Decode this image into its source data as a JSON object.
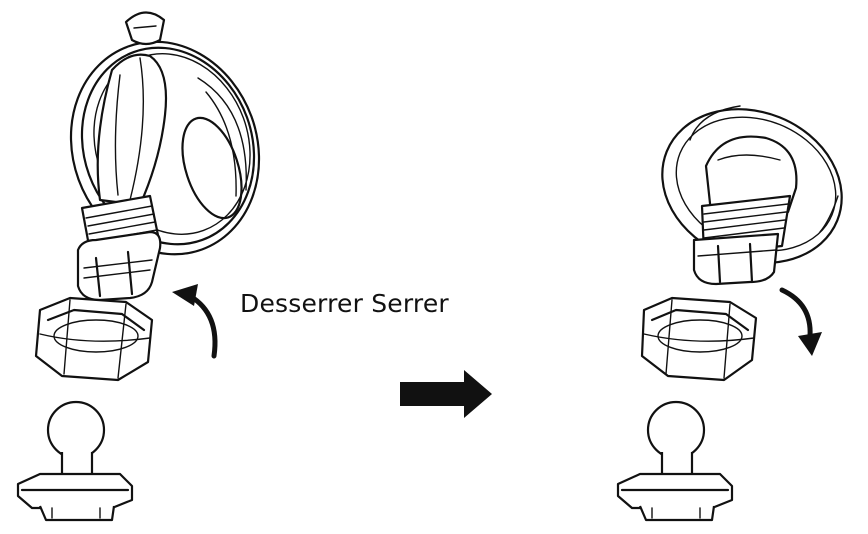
{
  "caption": {
    "text": "Desserrer Serrer"
  },
  "figures": {
    "left": {
      "rotation_arrow_direction": "counter-clockwise"
    },
    "right": {
      "rotation_arrow_direction": "clockwise"
    },
    "transition_arrow_direction": "right"
  },
  "colors": {
    "line": "#111111",
    "background": "#ffffff"
  }
}
